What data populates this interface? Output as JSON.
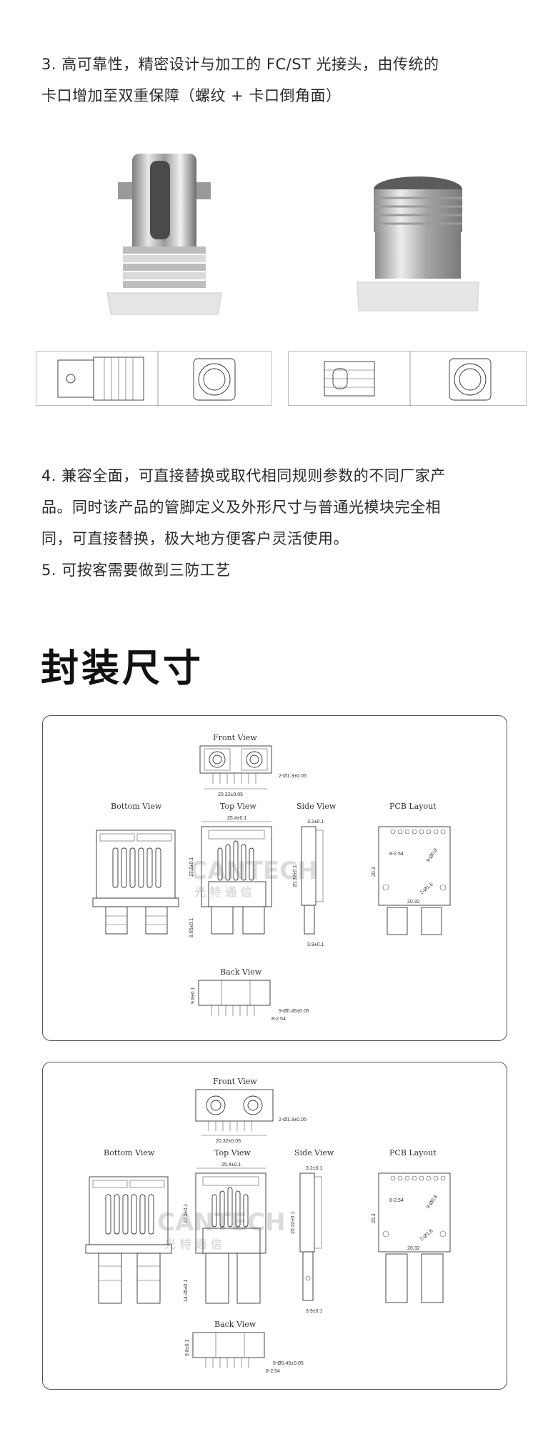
{
  "features": {
    "item3_line1": "3. 高可靠性，精密设计与加工的 FC/ST 光接头，由传统的",
    "item3_line2": "卡口增加至双重保障（螺纹 + 卡口倒角面）",
    "item4_line1": "4. 兼容全面，可直接替换或取代相同规则参数的不同厂家产",
    "item4_line2": "品。同时该产品的管脚定义及外形尺寸与普通光模块完全相",
    "item4_line3": "同，可直接替换，极大地方便客户灵活使用。",
    "item5": "5. 可按客需要做到三防工艺"
  },
  "section": {
    "title": "封装尺寸"
  },
  "drawings": [
    {
      "front_view": "Front View",
      "bottom_view": "Bottom View",
      "top_view": "Top View",
      "side_view": "Side View",
      "pcb_layout": "PCB Layout",
      "back_view": "Back View",
      "dims": {
        "front_width": "20.32±0.05",
        "front_hole": "2-Ø1.3±0.05",
        "top_width": "25.4±0.1",
        "top_height": "27.2±0.1",
        "top_lower": "8.65±0.1",
        "side_top": "3.2±0.1",
        "side_height": "20.32±0.1",
        "side_bottom": "3.9±0.1",
        "pcb_height": "20.3",
        "pcb_pitch": "8-2.54",
        "pcb_holes": "9-Ø0.8",
        "pcb_mount": "2-Ø1.6",
        "pcb_width": "20.32",
        "back_height": "9.8±0.1",
        "back_pins": "9-Ø0.45±0.05",
        "back_pitch": "8-2.54"
      },
      "watermark_en": "CANTECH",
      "watermark_cn": "光 特 通 信"
    },
    {
      "front_view": "Front View",
      "bottom_view": "Bottom View",
      "top_view": "Top View",
      "side_view": "Side View",
      "pcb_layout": "PCB Layout",
      "back_view": "Back View",
      "dims": {
        "front_width": "20.32±0.05",
        "front_hole": "2-Ø1.3±0.05",
        "top_width": "25.4±0.1",
        "top_height": "27.2±0.1",
        "top_lower": "14.35±0.1",
        "side_top": "3.2±0.1",
        "side_height": "20.32±0.1",
        "side_bottom": "3.9±0.1",
        "pcb_height": "20.3",
        "pcb_pitch": "8-2.54",
        "pcb_holes": "9-Ø0.8",
        "pcb_mount": "2-Ø1.6",
        "pcb_width": "20.32",
        "back_height": "9.8±0.1",
        "back_pins": "9-Ø0.45±0.05",
        "back_pitch": "8-2.54"
      },
      "watermark_en": "CANTECH",
      "watermark_cn": "光 特 通 信"
    }
  ]
}
